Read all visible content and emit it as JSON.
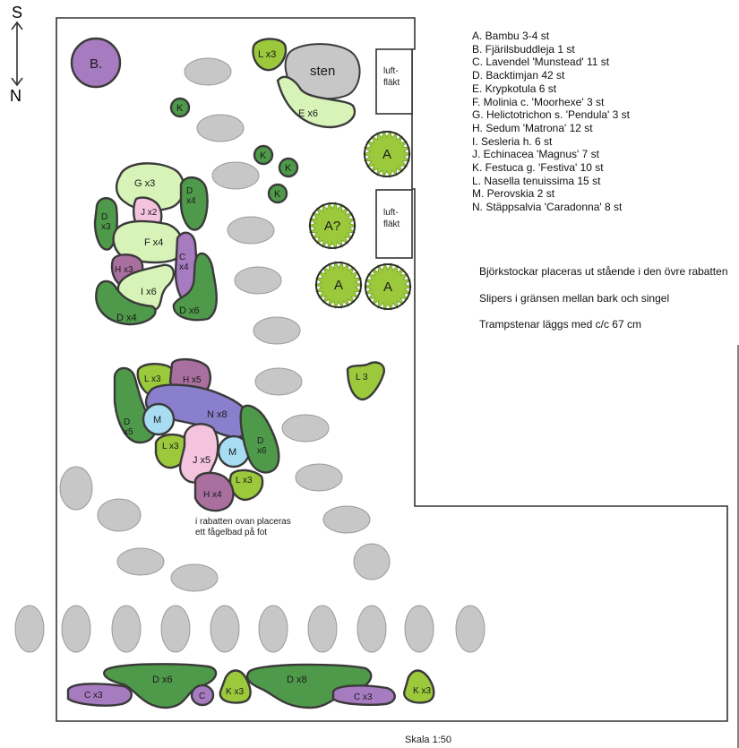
{
  "compass": {
    "south": "S",
    "north": "N"
  },
  "legend": [
    "A. Bambu 3-4 st",
    "B. Fjärilsbuddleja 1 st",
    "C. Lavendel 'Munstead' 11 st",
    "D. Backtimjan 42 st",
    "E. Krypkotula 6 st",
    "F. Molinia c. 'Moorhexe' 3 st",
    "G. Helictotrichon s. 'Pendula' 3 st",
    "H. Sedum 'Matrona' 12 st",
    "I. Sesleria h. 6 st",
    "J. Echinacea 'Magnus' 7 st",
    "K. Festuca g. 'Festiva' 10 st",
    "L. Nasella tenuissima 15 st",
    "M. Perovskia 2 st",
    "N. Stäppsalvia 'Caradonna' 8 st"
  ],
  "notes": [
    "Björkstockar placeras ut stående i den övre rabatten",
    "Slipers i gränsen mellan bark och singel",
    "Trampstenar läggs med c/c 67 cm"
  ],
  "scale": "Skala 1:50",
  "birdbath_note": [
    "i rabatten ovan placeras",
    "ett fågelbad på fot"
  ],
  "features": {
    "stone": "sten",
    "vent1": [
      "luft-",
      "fläkt"
    ],
    "vent2": [
      "luft-",
      "fläkt"
    ]
  },
  "colors": {
    "dark_green": "#4f9a4a",
    "lime": "#9cc83c",
    "light_green": "#d7f3b8",
    "purple": "#a77bc0",
    "mauve": "#a86f9f",
    "indigo": "#8a7fcc",
    "pink": "#f4c3de",
    "light_blue": "#a8dcf2",
    "stone_gray": "#c7c7c7",
    "outline": "#3a3a3a"
  },
  "beds": [
    {
      "label": "B.",
      "color": "purple"
    },
    {
      "label": "L x3",
      "color": "lime"
    },
    {
      "label": "E x6",
      "color": "light_green"
    },
    {
      "label": "K",
      "color": "dark_green"
    },
    {
      "label": "K",
      "color": "dark_green"
    },
    {
      "label": "K",
      "color": "dark_green"
    },
    {
      "label": "K",
      "color": "dark_green"
    },
    {
      "label": "G x3",
      "color": "light_green"
    },
    {
      "label": "D x4",
      "color": "dark_green"
    },
    {
      "label": "D x3",
      "color": "dark_green"
    },
    {
      "label": "J x2",
      "color": "pink"
    },
    {
      "label": "F x4",
      "color": "light_green"
    },
    {
      "label": "C x4",
      "color": "purple"
    },
    {
      "label": "H x3",
      "color": "mauve"
    },
    {
      "label": "I x6",
      "color": "light_green"
    },
    {
      "label": "D x4",
      "color": "dark_green"
    },
    {
      "label": "D x6",
      "color": "dark_green"
    },
    {
      "label": "L x3",
      "color": "lime"
    },
    {
      "label": "H x5",
      "color": "mauve"
    },
    {
      "label": "D x5",
      "color": "dark_green"
    },
    {
      "label": "N x8",
      "color": "indigo"
    },
    {
      "label": "M",
      "color": "light_blue"
    },
    {
      "label": "L x3",
      "color": "lime"
    },
    {
      "label": "J x5",
      "color": "pink"
    },
    {
      "label": "M",
      "color": "light_blue"
    },
    {
      "label": "D x6",
      "color": "dark_green"
    },
    {
      "label": "L x3",
      "color": "lime"
    },
    {
      "label": "H x4",
      "color": "mauve"
    },
    {
      "label": "L 3",
      "color": "lime"
    },
    {
      "label": "D x6",
      "color": "dark_green"
    },
    {
      "label": "D x8",
      "color": "dark_green"
    },
    {
      "label": "C x3",
      "color": "purple"
    },
    {
      "label": "C",
      "color": "purple"
    },
    {
      "label": "K x3",
      "color": "lime"
    },
    {
      "label": "C x3",
      "color": "purple"
    },
    {
      "label": "K x3",
      "color": "lime"
    }
  ],
  "bamboo": [
    {
      "label": "A"
    },
    {
      "label": "A?"
    },
    {
      "label": "A"
    },
    {
      "label": "A"
    }
  ]
}
